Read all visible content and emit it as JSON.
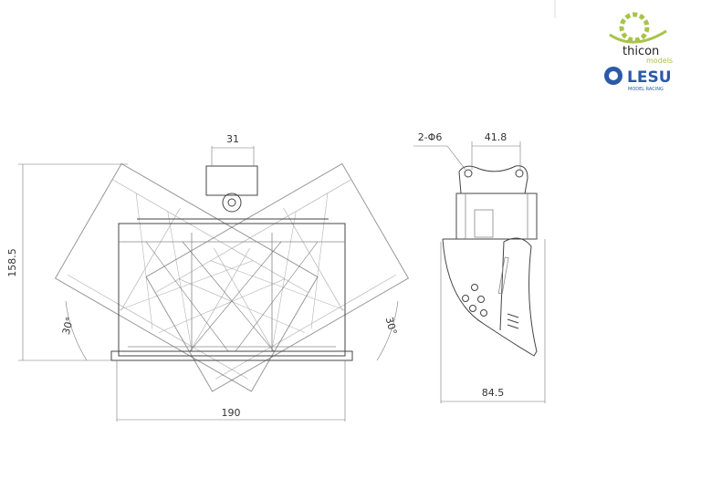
{
  "front_view": {
    "dim_top": "31",
    "dim_width": "190",
    "dim_height": "158.5",
    "angle_left": "30°",
    "angle_right": "30°"
  },
  "side_view": {
    "dim_holes": "2-Φ6",
    "dim_pin_spacing": "41.8",
    "dim_depth": "84.5"
  },
  "logos": {
    "thicon": "thicon models",
    "lesu": "LESU MODEL RACING",
    "thicon_color": "#a8c34a",
    "lesu_color": "#2a5aa8"
  }
}
